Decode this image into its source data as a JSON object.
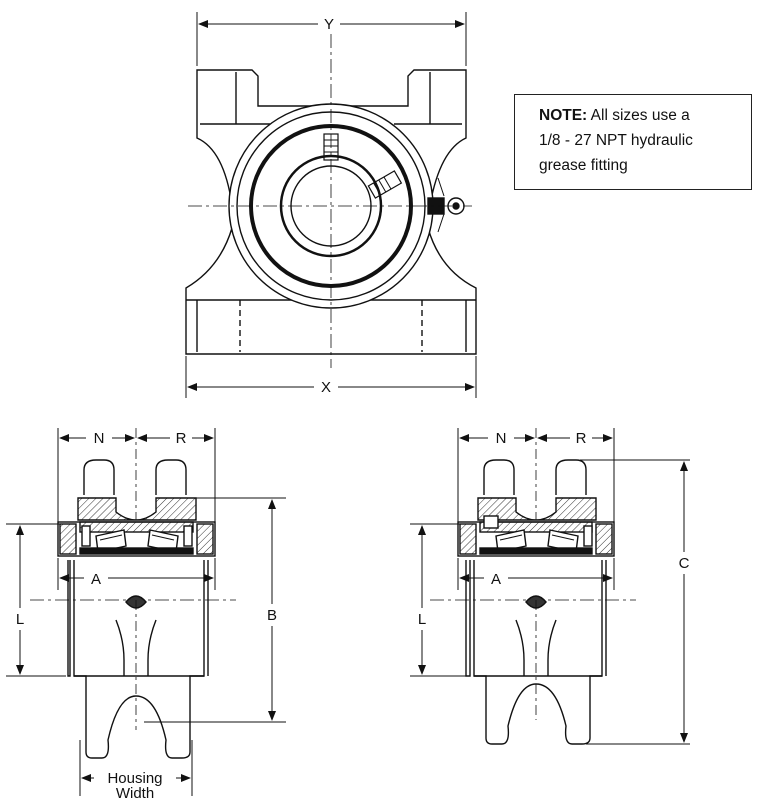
{
  "note": {
    "label": "NOTE:",
    "line1": "All sizes use a",
    "line2": "1/8 - 27 NPT hydraulic",
    "line3": "grease fitting"
  },
  "dimensions": {
    "y": "Y",
    "x": "X",
    "n_left": "N",
    "r_left": "R",
    "a_left": "A",
    "l_left": "L",
    "b": "B",
    "n_right": "N",
    "r_right": "R",
    "a_right": "A",
    "l_right": "L",
    "c": "C",
    "housing_width_1": "Housing",
    "housing_width_2": "Width"
  }
}
